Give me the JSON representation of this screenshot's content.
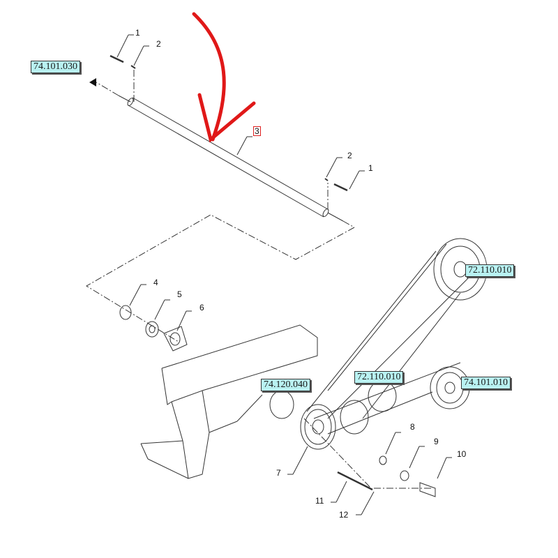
{
  "refs": {
    "r1": "74.101.030",
    "r2": "72.110.010",
    "r3": "72.110.010",
    "r4": "74.120.040",
    "r5": "74.101.010"
  },
  "items": {
    "n1a": "1",
    "n2a": "2",
    "n3": "3",
    "n2b": "2",
    "n1b": "1",
    "n4": "4",
    "n5": "5",
    "n6": "6",
    "n7": "7",
    "n8": "8",
    "n9": "9",
    "n10": "10",
    "n11": "11",
    "n12": "12"
  },
  "colors": {
    "annotation_arrow": "#e01818",
    "line": "#333333",
    "ref_bg": "#b9f2f2"
  }
}
